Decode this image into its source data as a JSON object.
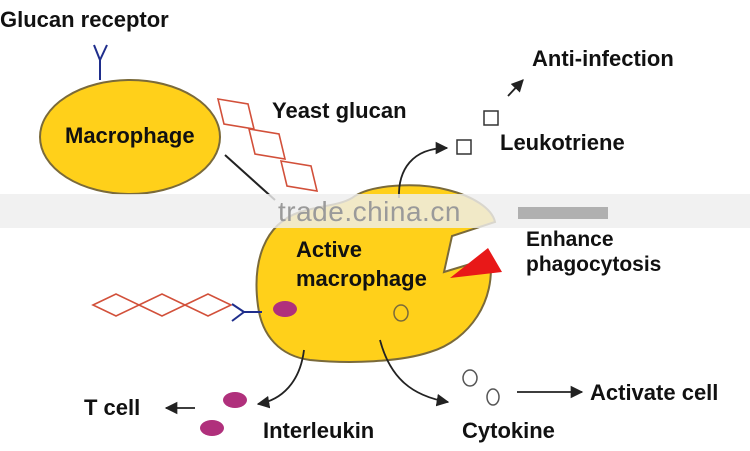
{
  "labels": {
    "glucan_receptor": "Glucan receptor",
    "macrophage": "Macrophage",
    "yeast_glucan": "Yeast glucan",
    "anti_infection": "Anti-infection",
    "leukotriene": "Leukotriene",
    "active_macrophage_line1": "Active",
    "active_macrophage_line2": "macrophage",
    "enhance_line1": "Enhance",
    "enhance_line2": "phagocytosis",
    "t_cell": "T cell",
    "interleukin": "Interleukin",
    "cytokine": "Cytokine",
    "activate_cell": "Activate cell"
  },
  "watermark": "trade.china.cn",
  "colors": {
    "cell_fill": "#FFD01A",
    "cell_stroke": "#7A6A3A",
    "glucan_stroke": "#D2503A",
    "receptor": "#1F2E8C",
    "interleukin_dot": "#B0307C",
    "phagocytosis_wedge": "#E81818",
    "arrow": "#222222",
    "watermark_band": "#EEEEEE"
  }
}
